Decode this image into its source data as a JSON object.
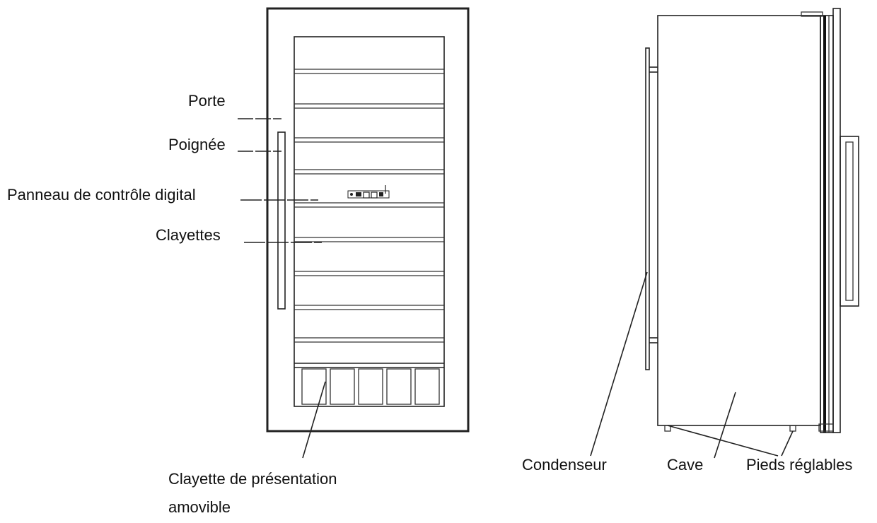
{
  "front_labels": {
    "door": "Porte",
    "handle": "Poignée",
    "control_panel": "Panneau de contrôle digital",
    "shelves": "Clayettes",
    "display_shelf_line1": "Clayette de présentation",
    "display_shelf_line2": "amovible"
  },
  "side_labels": {
    "condenser": "Condenseur",
    "cabinet": "Cave",
    "feet": "Pieds réglables"
  }
}
